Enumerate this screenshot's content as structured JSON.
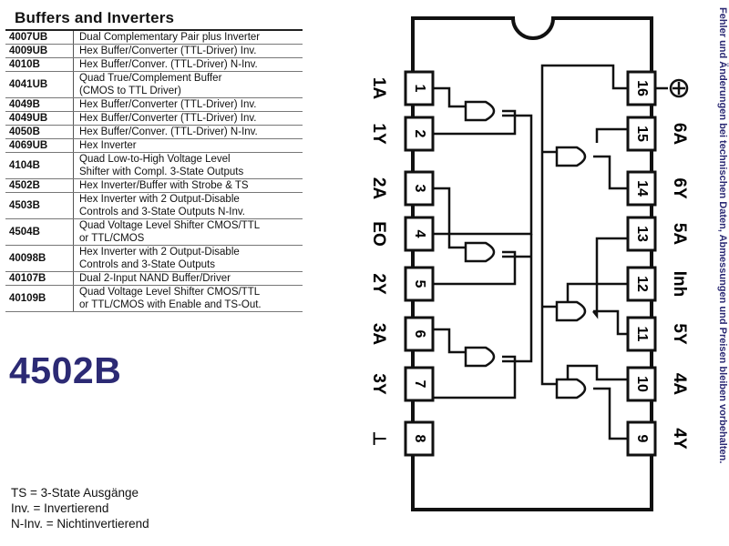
{
  "table": {
    "title": "Buffers and Inverters",
    "rows": [
      {
        "part": "4007UB",
        "desc": [
          "Dual Complementary Pair plus Inverter"
        ]
      },
      {
        "part": "4009UB",
        "desc": [
          "Hex Buffer/Converter (TTL-Driver) Inv."
        ]
      },
      {
        "part": "4010B",
        "desc": [
          "Hex Buffer/Conver. (TTL-Driver) N-Inv."
        ]
      },
      {
        "part": "4041UB",
        "desc": [
          "Quad True/Complement Buffer",
          "(CMOS to TTL Driver)"
        ]
      },
      {
        "part": "4049B",
        "desc": [
          "Hex Buffer/Converter (TTL-Driver) Inv."
        ]
      },
      {
        "part": "4049UB",
        "desc": [
          "Hex Buffer/Converter (TTL-Driver) Inv."
        ]
      },
      {
        "part": "4050B",
        "desc": [
          "Hex Buffer/Conver. (TTL-Driver) N-Inv."
        ]
      },
      {
        "part": "4069UB",
        "desc": [
          "Hex Inverter"
        ]
      },
      {
        "part": "4104B",
        "desc": [
          "Quad Low-to-High Voltage Level",
          "Shifter with Compl. 3-State Outputs"
        ]
      },
      {
        "part": "4502B",
        "desc": [
          "Hex Inverter/Buffer with Strobe & TS"
        ]
      },
      {
        "part": "4503B",
        "desc": [
          "Hex Inverter with 2 Output-Disable",
          "Controls and 3-State Outputs N-Inv."
        ]
      },
      {
        "part": "4504B",
        "desc": [
          "Quad Voltage Level Shifter CMOS/TTL",
          "or TTL/CMOS"
        ]
      },
      {
        "part": "40098B",
        "desc": [
          "Hex Inverter with 2 Output-Disable",
          "Controls and 3-State Outputs"
        ]
      },
      {
        "part": "40107B",
        "desc": [
          "Dual 2-Input NAND Buffer/Driver"
        ]
      },
      {
        "part": "40109B",
        "desc": [
          "Quad Voltage Level Shifter CMOS/TTL",
          "or TTL/CMOS with Enable and TS-Out."
        ]
      }
    ]
  },
  "chip_title": "4502B",
  "legend": [
    "TS = 3-State Ausgänge",
    "Inv. = Invertierend",
    "N-Inv. =  Nichtinvertierend"
  ],
  "side_note": "Fehler und Änderungen bei technischen Daten, Abmessungen und Preisen bleiben vorbehalten.",
  "pins_left": [
    {
      "num": "1",
      "label": "1A"
    },
    {
      "num": "2",
      "label": "1Y"
    },
    {
      "num": "3",
      "label": "2A"
    },
    {
      "num": "4",
      "label": "EO"
    },
    {
      "num": "5",
      "label": "2Y"
    },
    {
      "num": "6",
      "label": "3A"
    },
    {
      "num": "7",
      "label": "3Y"
    },
    {
      "num": "8",
      "label": "⊥"
    }
  ],
  "pins_right": [
    {
      "num": "16",
      "label": ""
    },
    {
      "num": "15",
      "label": "6A"
    },
    {
      "num": "14",
      "label": "6Y"
    },
    {
      "num": "13",
      "label": "5A"
    },
    {
      "num": "12",
      "label": "Inh"
    },
    {
      "num": "11",
      "label": "5Y"
    },
    {
      "num": "10",
      "label": "4A"
    },
    {
      "num": "9",
      "label": "4Y"
    }
  ],
  "vdd_symbol": "⊕"
}
